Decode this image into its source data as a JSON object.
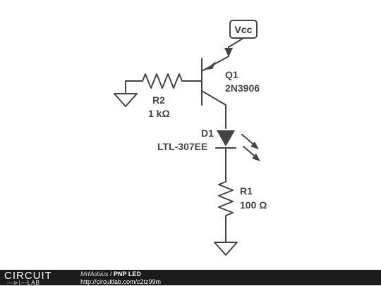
{
  "components": {
    "vcc": {
      "label": "Vcc"
    },
    "q1": {
      "ref": "Q1",
      "part": "2N3906"
    },
    "r2": {
      "ref": "R2",
      "value": "1 kΩ"
    },
    "d1": {
      "ref": "D1",
      "part": "LTL-307EE"
    },
    "r1": {
      "ref": "R1",
      "value": "100 Ω"
    }
  },
  "footer": {
    "logo_top": "CIRCUIT",
    "logo_glyph": "—⊳|—",
    "logo_bottom": "LAB",
    "author": "MrMobius",
    "separator": " / ",
    "title": "PNP LED",
    "url": "http://circuitlab.com/c2tz99m"
  }
}
